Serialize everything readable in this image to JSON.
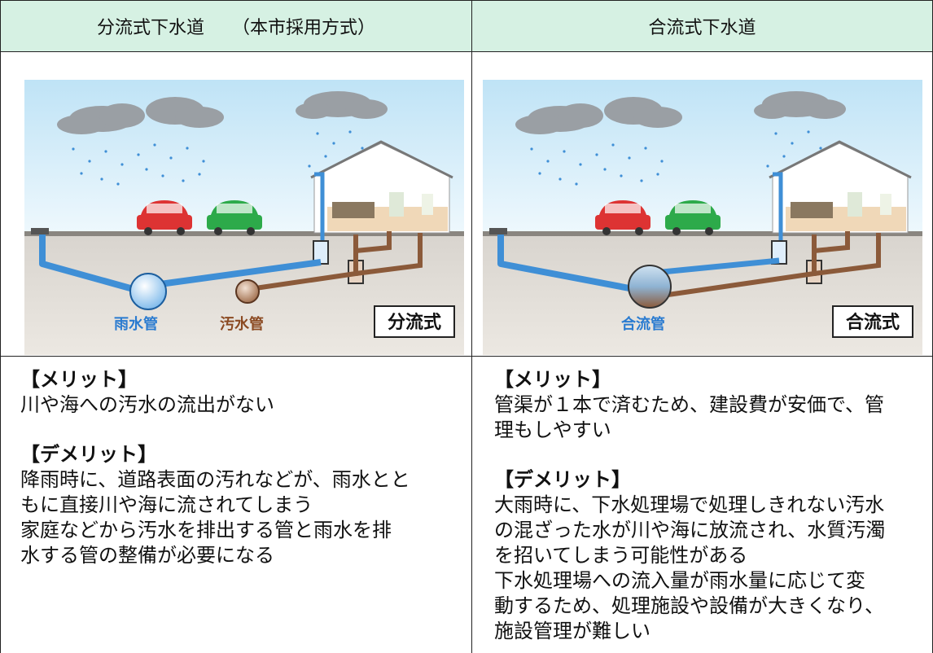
{
  "header": {
    "left_main": "分流式下水道",
    "left_paren": "（本市採用方式）",
    "right": "合流式下水道"
  },
  "left_diagram": {
    "label_rain_pipe": "雨水管",
    "label_sewage_pipe": "汚水管",
    "badge": "分流式"
  },
  "right_diagram": {
    "label_combined_pipe": "合流管",
    "badge": "合流式"
  },
  "left_text": {
    "merit_heading": "【メリット】",
    "merit_body": [
      "川や海への汚水の流出がない"
    ],
    "demerit_heading": "【デメリット】",
    "demerit_body": [
      "降雨時に、道路表面の汚れなどが、雨水とと",
      "もに直接川や海に流されてしまう",
      "家庭などから汚水を排出する管と雨水を排",
      "水する管の整備が必要になる"
    ]
  },
  "right_text": {
    "merit_heading": "【メリット】",
    "merit_body": [
      "管渠が１本で済むため、建設費が安価で、管",
      "理もしやすい"
    ],
    "demerit_heading": "【デメリット】",
    "demerit_body": [
      "大雨時に、下水処理場で処理しきれない汚水",
      "の混ざった水が川や海に放流され、水質汚濁",
      "を招いてしまう可能性がある",
      "下水処理場への流入量が雨水量に応じて変",
      "動するため、処理施設や設備が大きくなり、",
      "施設管理が難しい"
    ]
  },
  "colors": {
    "header_bg": "#d6f1e3",
    "sky_top": "#bfe3f6",
    "ground": "#cfcac3",
    "rain_pipe": "#3f8fd6",
    "sewage_pipe": "#8b5a3a",
    "rain_label": "#2a7bd0",
    "sewage_label": "#8b4a22"
  }
}
